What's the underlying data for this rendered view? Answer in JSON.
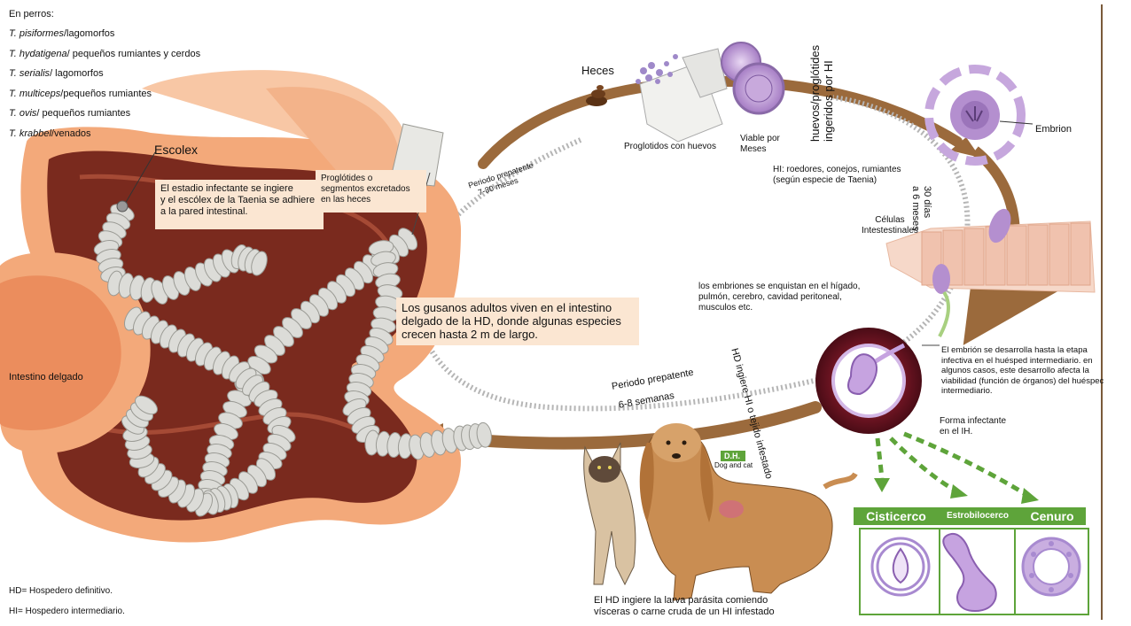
{
  "hosts": {
    "heading": "En perros:",
    "items": [
      {
        "species": "T. pisiformes",
        "host": "/lagomorfos"
      },
      {
        "species": "T. hydatigena",
        "host": "/ pequeños rumiantes y cerdos"
      },
      {
        "species": "T. serialis",
        "host": "/ lagomorfos"
      },
      {
        "species": "T. multiceps",
        "host": "/pequeños rumiantes"
      },
      {
        "species": "T. ovis",
        "host": "/ pequeños rumiantes"
      },
      {
        "species": "T. krabbel",
        "host": "/venados"
      }
    ]
  },
  "labels": {
    "escolex": "Escolex",
    "escolex_box": [
      "El estadio infectante se ingiere",
      "y el escólex de la Taenia se adhiere",
      "a la pared intestinal."
    ],
    "proglotides_box": [
      "Proglótides o",
      "segmentos excretados",
      "en las heces"
    ],
    "adults_box": [
      "Los gusanos adultos viven en el intestino",
      "delgado de la HD, donde algunas especies",
      "crecen hasta 2 m de largo."
    ],
    "intestino": "Intestino delgado",
    "heces": "Heces",
    "proglotidos_huevos": "Proglotidos con huevos",
    "viable": [
      "Viable por",
      "Meses"
    ],
    "huevos_ingeridos": [
      "huevos/proglótides",
      "ingeridos por HI"
    ],
    "embrion": "Embrion",
    "hi_hosts": [
      "HI: roedores, conejos, rumiantes",
      "(según especie de Taenia)"
    ],
    "dias": [
      "30 días",
      "a 6 meses"
    ],
    "celulas": [
      "Células",
      "Intestestinales"
    ],
    "embriones_enquistan": [
      "los embriones se enquistan en el hígado,",
      "pulmón, cerebro, cavidad peritoneal,",
      "musculos etc."
    ],
    "desarrolla": [
      "El embrión se desarrolla hasta la etapa",
      "infectiva en el huésped intermediario. en",
      "algunos casos, este desarrollo afecta la",
      "viabilidad (función de órganos) del huéspec",
      "intermediario."
    ],
    "forma_infectante": [
      "Forma infectante",
      "en el IH."
    ],
    "periodo_top": [
      "Periodo prepatente",
      "7-30 meses"
    ],
    "periodo_bottom": [
      "Periodo prepatente",
      "6-8 semanas"
    ],
    "hd_ingiere": "HD ingiere HI o tejido infestado",
    "dh": "D.H.",
    "dog_cat": "Dog and cat",
    "hd_larva": [
      "El HD ingiere la larva parásita comiendo",
      "vísceras o carne cruda de un HI infestado"
    ],
    "stage_names": [
      "Cisticerco",
      "Estrobilocerco",
      "Cenuro"
    ]
  },
  "legend": {
    "hd": "HD= Hospedero definitivo.",
    "hi": "HI= Hospedero intermediario."
  },
  "colors": {
    "arrow": "#9b6a3c",
    "intestine_outer": "#f3a97a",
    "intestine_inner": "#7a2a1e",
    "worm": "#dcdcd8",
    "purple": "#b48fcf",
    "green": "#5ea43a",
    "box_bg": "#fbe6d2"
  }
}
